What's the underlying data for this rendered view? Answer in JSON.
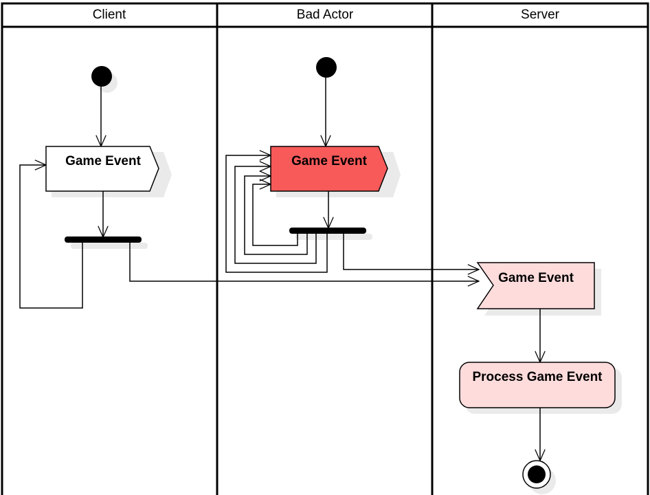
{
  "lanes": [
    {
      "title": "Client"
    },
    {
      "title": "Bad Actor"
    },
    {
      "title": "Server"
    }
  ],
  "nodes": {
    "client_send": {
      "label": "Game Event",
      "kind": "send-signal",
      "fill": "#ffffff"
    },
    "actor_send": {
      "label": "Game Event",
      "kind": "send-signal",
      "fill": "#f85a5a"
    },
    "server_receive": {
      "label": "Game Event",
      "kind": "receive-signal",
      "fill": "#ffdcdc"
    },
    "server_process": {
      "label": "Process Game Event",
      "kind": "action",
      "fill": "#ffdcdc"
    }
  },
  "colors": {
    "stroke": "#000000",
    "shadow": "#eaeaea",
    "background": "#ffffff"
  }
}
